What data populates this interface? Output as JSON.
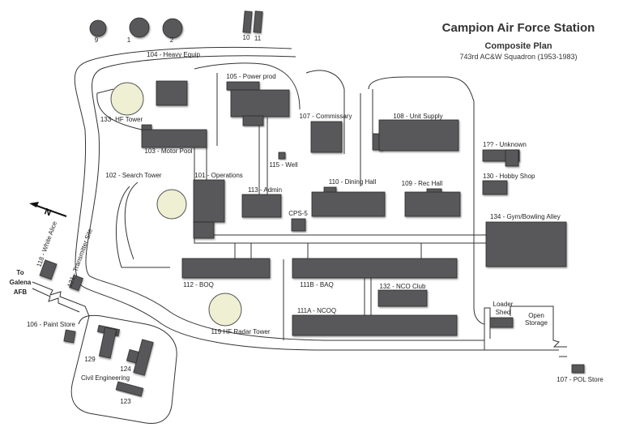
{
  "title": "Campion Air Force Station",
  "subtitle": "Composite Plan",
  "unit": "743rd AC&W Squadron (1953-1983)",
  "north_label": "N",
  "to_galena": [
    "To",
    "Galena",
    "AFB"
  ],
  "labels": {
    "t9": "9",
    "t1": "1",
    "t2": "2",
    "t10": "10",
    "t11": "11",
    "b104": "104 - Heavy Equip",
    "b105": "105 - Power prod",
    "b133": "133- HF Tower",
    "b103": "103 - Motor Pool",
    "b107c": "107 - Commissary",
    "b108": "108 - Unit Supply",
    "b115": "115 - Well",
    "b102": "102 - Search Tower",
    "b101": "101 - Operations",
    "b113": "113 - Admin",
    "cps5": "CPS-5",
    "b110": "110 - Dining Hall",
    "b109": "109 - Rec Hall",
    "unk": "1?? - Unknown",
    "b130": "130 - Hobby Shop",
    "b134": "134 - Gym/Bowling Alley",
    "b112": "112 - BOQ",
    "b111b": "111B - BAQ",
    "b132": "132 - NCO Club",
    "b111a": "111A - NCOQ",
    "b119": "119 HF Radar Tower",
    "loader": [
      "Loader",
      "Shed"
    ],
    "open": [
      "Open",
      "Storage"
    ],
    "b107p": "107 - POL Store",
    "b106": "106 - Paint Store",
    "b118": "118 - White Alice",
    "b121": "121 - Transmitter Site",
    "b129": "129",
    "b124": "124",
    "b123": "123",
    "ce": "Civil Engineering"
  },
  "colors": {
    "building": "#58585a",
    "tower": "#eeefd3"
  }
}
